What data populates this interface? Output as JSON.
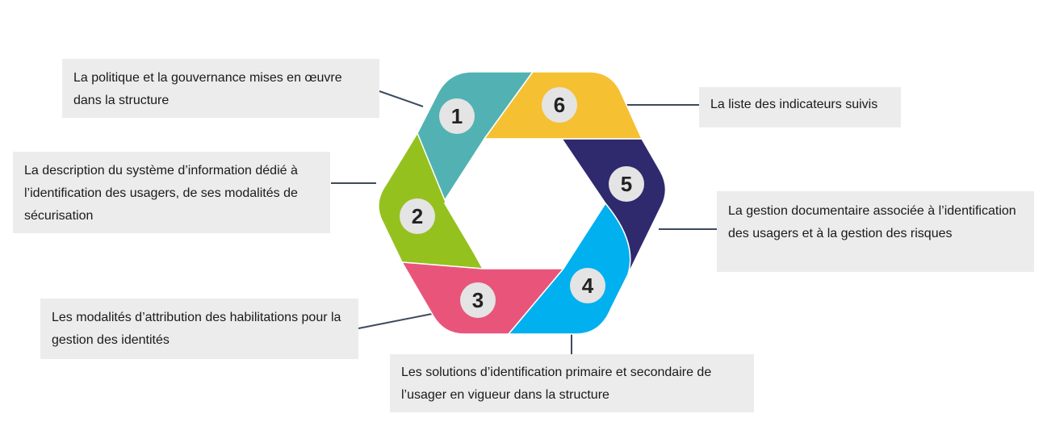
{
  "segments": [
    {
      "number": "1",
      "color": "#52b2b3",
      "label": "La politique et la gouvernance mises en œuvre dans la structure"
    },
    {
      "number": "2",
      "color": "#95c11f",
      "label": "La description du système d’information dédié à l’identification des usagers, de ses modalités de sécurisation"
    },
    {
      "number": "3",
      "color": "#e9557a",
      "label": "Les modalités d’attribution des habilitations pour la gestion des identités"
    },
    {
      "number": "4",
      "color": "#00b0ef",
      "label": "Les solutions d’identification primaire et secondaire de l’usager en vigueur dans la structure"
    },
    {
      "number": "5",
      "color": "#2f2a6e",
      "label": "La gestion documentaire associée à l’identification des usagers et à la gestion des risques"
    },
    {
      "number": "6",
      "color": "#f6c033",
      "label": "La liste des indicateurs suivis"
    }
  ]
}
